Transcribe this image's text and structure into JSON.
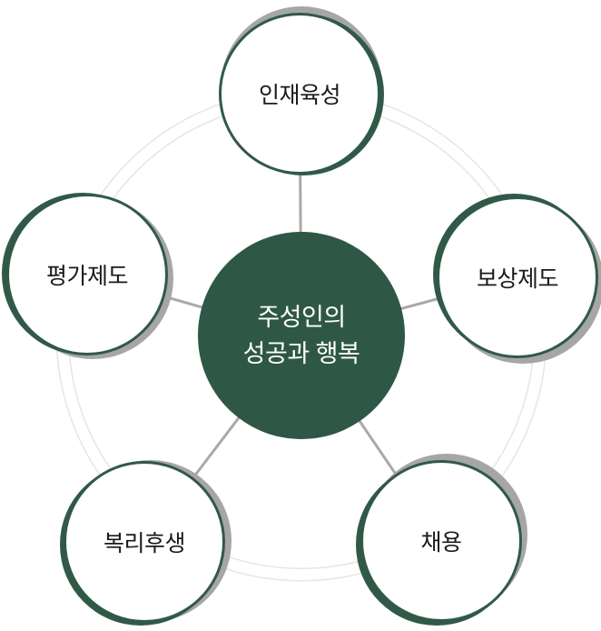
{
  "diagram": {
    "type": "hub-and-spoke",
    "background_color": "#ffffff",
    "colors": {
      "primary_green": "#2e5746",
      "node_ring_green": "#315947",
      "shadow_gray": "#a6a6a6",
      "connector_gray": "#a9a9a9",
      "orbit_ring_white": "#ffffff",
      "node_text": "#1a1a1a",
      "center_text": "#ffffff"
    },
    "center": {
      "line1": "주성인의",
      "line2": "성공과 행복"
    },
    "nodes": [
      {
        "id": "talent-development",
        "label": "인재육성",
        "position": "top"
      },
      {
        "id": "compensation-system",
        "label": "보상제도",
        "position": "right"
      },
      {
        "id": "evaluation-system",
        "label": "평가제도",
        "position": "left"
      },
      {
        "id": "employee-benefits",
        "label": "복리후생",
        "position": "bottom-left"
      },
      {
        "id": "recruitment",
        "label": "채용",
        "position": "bottom-right"
      }
    ]
  }
}
